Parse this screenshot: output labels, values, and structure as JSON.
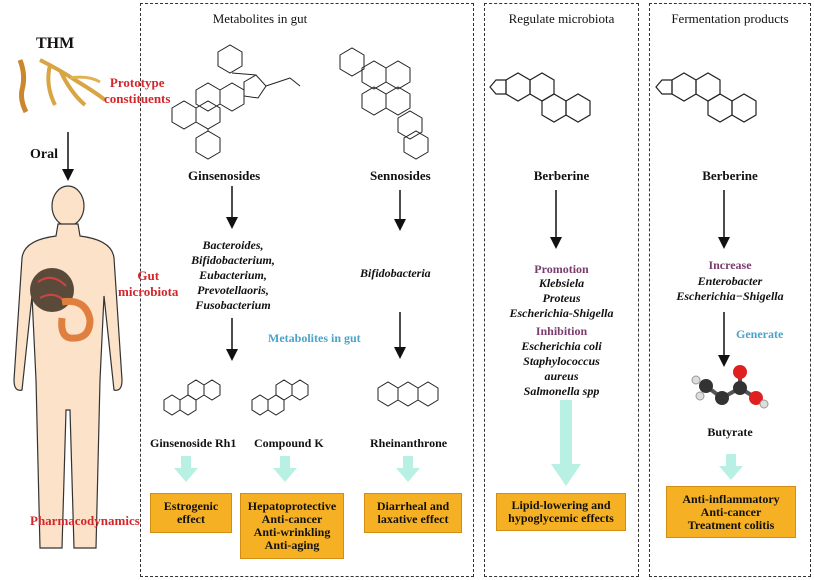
{
  "left": {
    "thm": "THM",
    "prototype": [
      "Prototype",
      "constituents"
    ],
    "oral": "Oral",
    "gut": [
      "Gut",
      "microbiota"
    ],
    "pharmacodynamics": "Pharmacodynamics"
  },
  "panel1": {
    "title": "Metabolites in gut",
    "ginsenosides": "Ginsenosides",
    "sennosides": "Sennosides",
    "bacteria": [
      "Bacteroides,",
      "Bifidobacterium,",
      "Eubacterium,",
      "Prevotellaoris,",
      "Fusobacterium"
    ],
    "bifido": "Bifidobacteria",
    "metab_label": "Metabolites in gut",
    "rh1": "Ginsenoside Rh1",
    "compk": "Compound K",
    "rhein": "Rheinanthrone",
    "effect1": [
      "Estrogenic",
      "effect"
    ],
    "effect2": [
      "Hepatoprotective",
      "Anti-cancer",
      "Anti-wrinkling",
      "Anti-aging"
    ],
    "effect3": [
      "Diarrheal and",
      "laxative effect"
    ]
  },
  "panel2": {
    "title": "Regulate microbiota",
    "berberine": "Berberine",
    "promotion": "Promotion",
    "promo_list": [
      "Klebsiela",
      "Proteus",
      "Escherichia-Shigella"
    ],
    "inhibition": "Inhibition",
    "inhib_list": [
      "Escherichia coli",
      "Staphylococcus",
      "aureus",
      "Salmonella spp"
    ],
    "effect": [
      "Lipid-lowering and",
      "hypoglycemic effects"
    ]
  },
  "panel3": {
    "title": "Fermentation products",
    "berberine": "Berberine",
    "increase": "Increase",
    "inc_list": [
      "Enterobacter",
      "Escherichia−Shigella"
    ],
    "generate": "Generate",
    "butyrate": "Butyrate",
    "effect": [
      "Anti-inflammatory",
      "Anti-cancer",
      "Treatment colitis"
    ]
  },
  "colors": {
    "box": "#f5b023",
    "arrow_light": "#b9f0e4",
    "red": "#d3262a",
    "blue": "#4aa3c8",
    "purple": "#7a3d6e"
  }
}
